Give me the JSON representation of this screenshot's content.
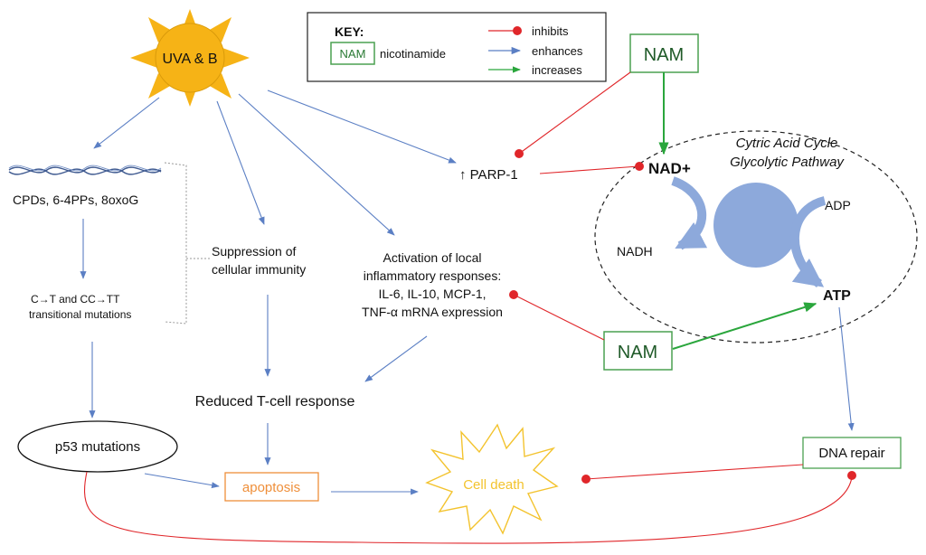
{
  "key": {
    "title": "KEY:",
    "nam_box": "NAM",
    "nam_desc": "nicotinamide",
    "inhibits": "inhibits",
    "enhances": "enhances",
    "increases": "increases"
  },
  "sun": {
    "label": "UVA & B"
  },
  "nodes": {
    "lesions": "CPDs, 6-4PPs, 8oxoG",
    "mutations_line1": "C→T and CC→TT",
    "mutations_line2": "transitional mutations",
    "p53": "p53 mutations",
    "suppression_line1": "Suppression of",
    "suppression_line2": "cellular immunity",
    "inflam_line1": "Activation of local",
    "inflam_line2": "inflammatory responses:",
    "inflam_line3": "IL-6, IL-10, MCP-1,",
    "inflam_line4": "TNF-α mRNA expression",
    "tcell": "Reduced T-cell response",
    "apoptosis": "apoptosis",
    "cell_death": "Cell death",
    "parp": "↑ PARP-1",
    "nam_top": "NAM",
    "nam_mid": "NAM",
    "dna_repair": "DNA repair"
  },
  "cycle": {
    "title_line1": "Cytric Acid Cycle",
    "title_line2": "Glycolytic Pathway",
    "nad": "NAD+",
    "nadh": "NADH",
    "adp": "ADP",
    "atp": "ATP"
  },
  "colors": {
    "inhibits": "#e0262a",
    "enhances": "#5b7fc4",
    "increases": "#2aa63c",
    "nam_border": "#4aa050",
    "sun_fill": "#f6b316",
    "apoptosis": "#ef8f3a",
    "cell_death": "#f3c32e",
    "circle": "#8da9db"
  }
}
